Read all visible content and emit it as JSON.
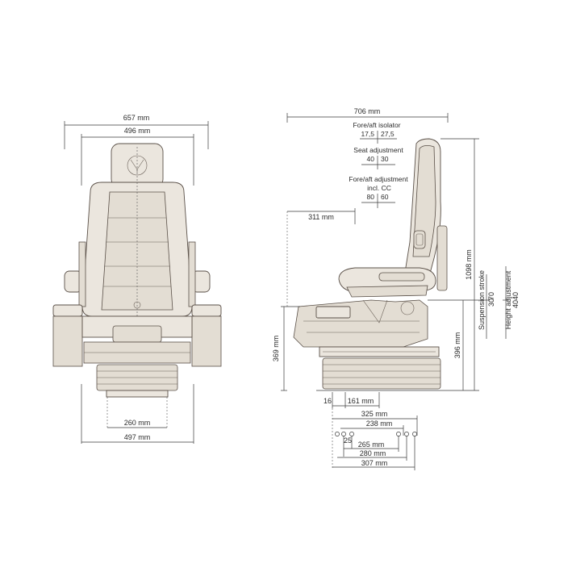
{
  "front_view": {
    "dims": {
      "overall_width": "657 mm",
      "backrest_width": "496 mm",
      "base_width": "260 mm",
      "footprint_width": "497 mm"
    }
  },
  "side_view": {
    "dims": {
      "overall_depth": "706 mm",
      "backrest_offset": "311 mm",
      "height_total": "1098 mm",
      "suspension_stroke": "Suspension stroke",
      "suspension_a": "30",
      "suspension_b": "70",
      "height_adjustment": "Height adjustment",
      "height_a": "40",
      "height_b": "40",
      "seat_height": "369 mm",
      "seat_height_right": "396 mm",
      "base_offset": "16",
      "base_depth": "161 mm",
      "rail_325": "325 mm",
      "rail_238": "238 mm",
      "rail_25": "25",
      "rail_265": "265 mm",
      "rail_280": "280 mm",
      "rail_307": "307 mm"
    },
    "adjustments": {
      "fore_aft_isolator": {
        "label": "Fore/aft isolator",
        "left": "17,5",
        "right": "27,5"
      },
      "seat_adjustment": {
        "label": "Seat adjustment",
        "left": "40",
        "right": "30"
      },
      "fore_aft_adjustment": {
        "label": "Fore/aft adjustment",
        "label2": "incl. CC",
        "left": "80",
        "right": "60"
      }
    }
  },
  "colors": {
    "upholstery": "#ebe6de",
    "outline": "#5a5048",
    "dimension_lines": "#3a3a3a"
  }
}
